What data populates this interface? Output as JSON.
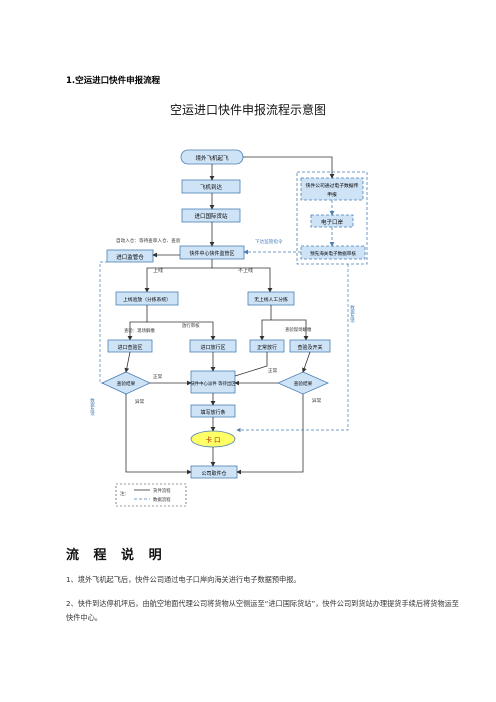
{
  "section_heading": "1.空运进口快件申报流程",
  "figure_title": "空运进口快件申报流程示意图",
  "nodes": {
    "start": "境外飞机起飞",
    "plane_arrive": "飞机到达",
    "import_cargo": "进口国际货站",
    "center": "快件中心快件监管区",
    "customs": "进口监管仓",
    "send_data": "快件公司通过电子数据传",
    "send_data_2": "申报",
    "eport": "电子口岸",
    "customs_system": "预先海关电子数据审核",
    "online": "上线验放（分拣系统）",
    "offline": "无上线人工分拣",
    "import_check": "进口查验区",
    "import_release": "进口放行区",
    "reject_release": "正常放行",
    "check_result_right": "查验及开关",
    "check_result_diamond": "查验结果",
    "check_result_diamond_r": "查验结果",
    "center_dispatch": "快件中心派件 等待出区",
    "fill_release": "填写放行条",
    "exit": "卡  口",
    "company_delivery": "公司取件仓"
  },
  "labels": {
    "enter_lane": "自动入仓：等待查单入仓、查验",
    "pre_check": "下达监管指令",
    "up_line": "上线",
    "not_up_line": "不上线",
    "check_release": "查验：现场解缴",
    "release_plain": "放行审核",
    "check_release_r": "查验现场解缴",
    "normal": "正常",
    "normal_r": "正常",
    "abnormal": "异常",
    "abnormal_r": "异常",
    "data_feedback": "数据反馈",
    "data_feedback_r": "数据反馈",
    "legend_note": "注：",
    "legend_goods": "货件流程",
    "legend_data": "数据流程"
  },
  "flow_heading": "流 程 说 明",
  "paragraphs": [
    "1、境外飞机起飞后，快件公司通过电子口岸向海关进行电子数据预申报。",
    "2、快件到达停机坪后，由航空地面代理公司将货物从空侧运至“进口国际货站”，快件公司到货站办理提货手续后将货物运至快件中心。"
  ],
  "colors": {
    "box_fill": "#cfe3f7",
    "box_stroke": "#4a7fb5",
    "start_fill": "#cfe3f7",
    "exit_fill": "#ffff66",
    "line": "#333333",
    "data_line": "#4a7fb5"
  }
}
